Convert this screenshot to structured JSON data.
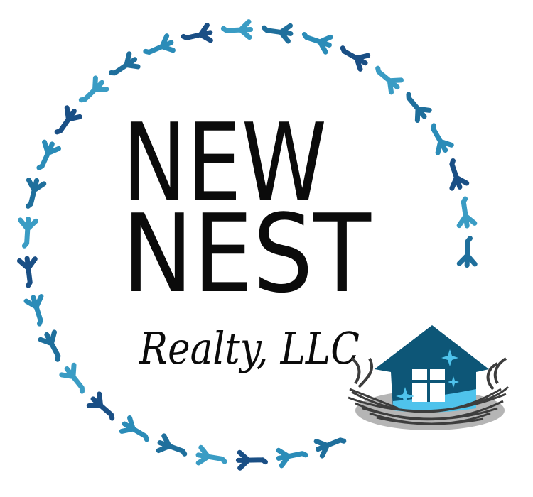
{
  "logo": {
    "line1": "NEW",
    "line2": "NEST",
    "line3": "Realty, LLC",
    "icon": "house-in-nest-icon",
    "footprint_icon": "bird-footprint-icon",
    "colors": {
      "text": "#0b0b0b",
      "house": "#0d5677",
      "house_stripe": "#4fc3ec",
      "nest": "#3d3d3d",
      "footprints": [
        "#1f6f9c",
        "#2b8cb8",
        "#1a4f85",
        "#3a9cc4"
      ]
    }
  }
}
